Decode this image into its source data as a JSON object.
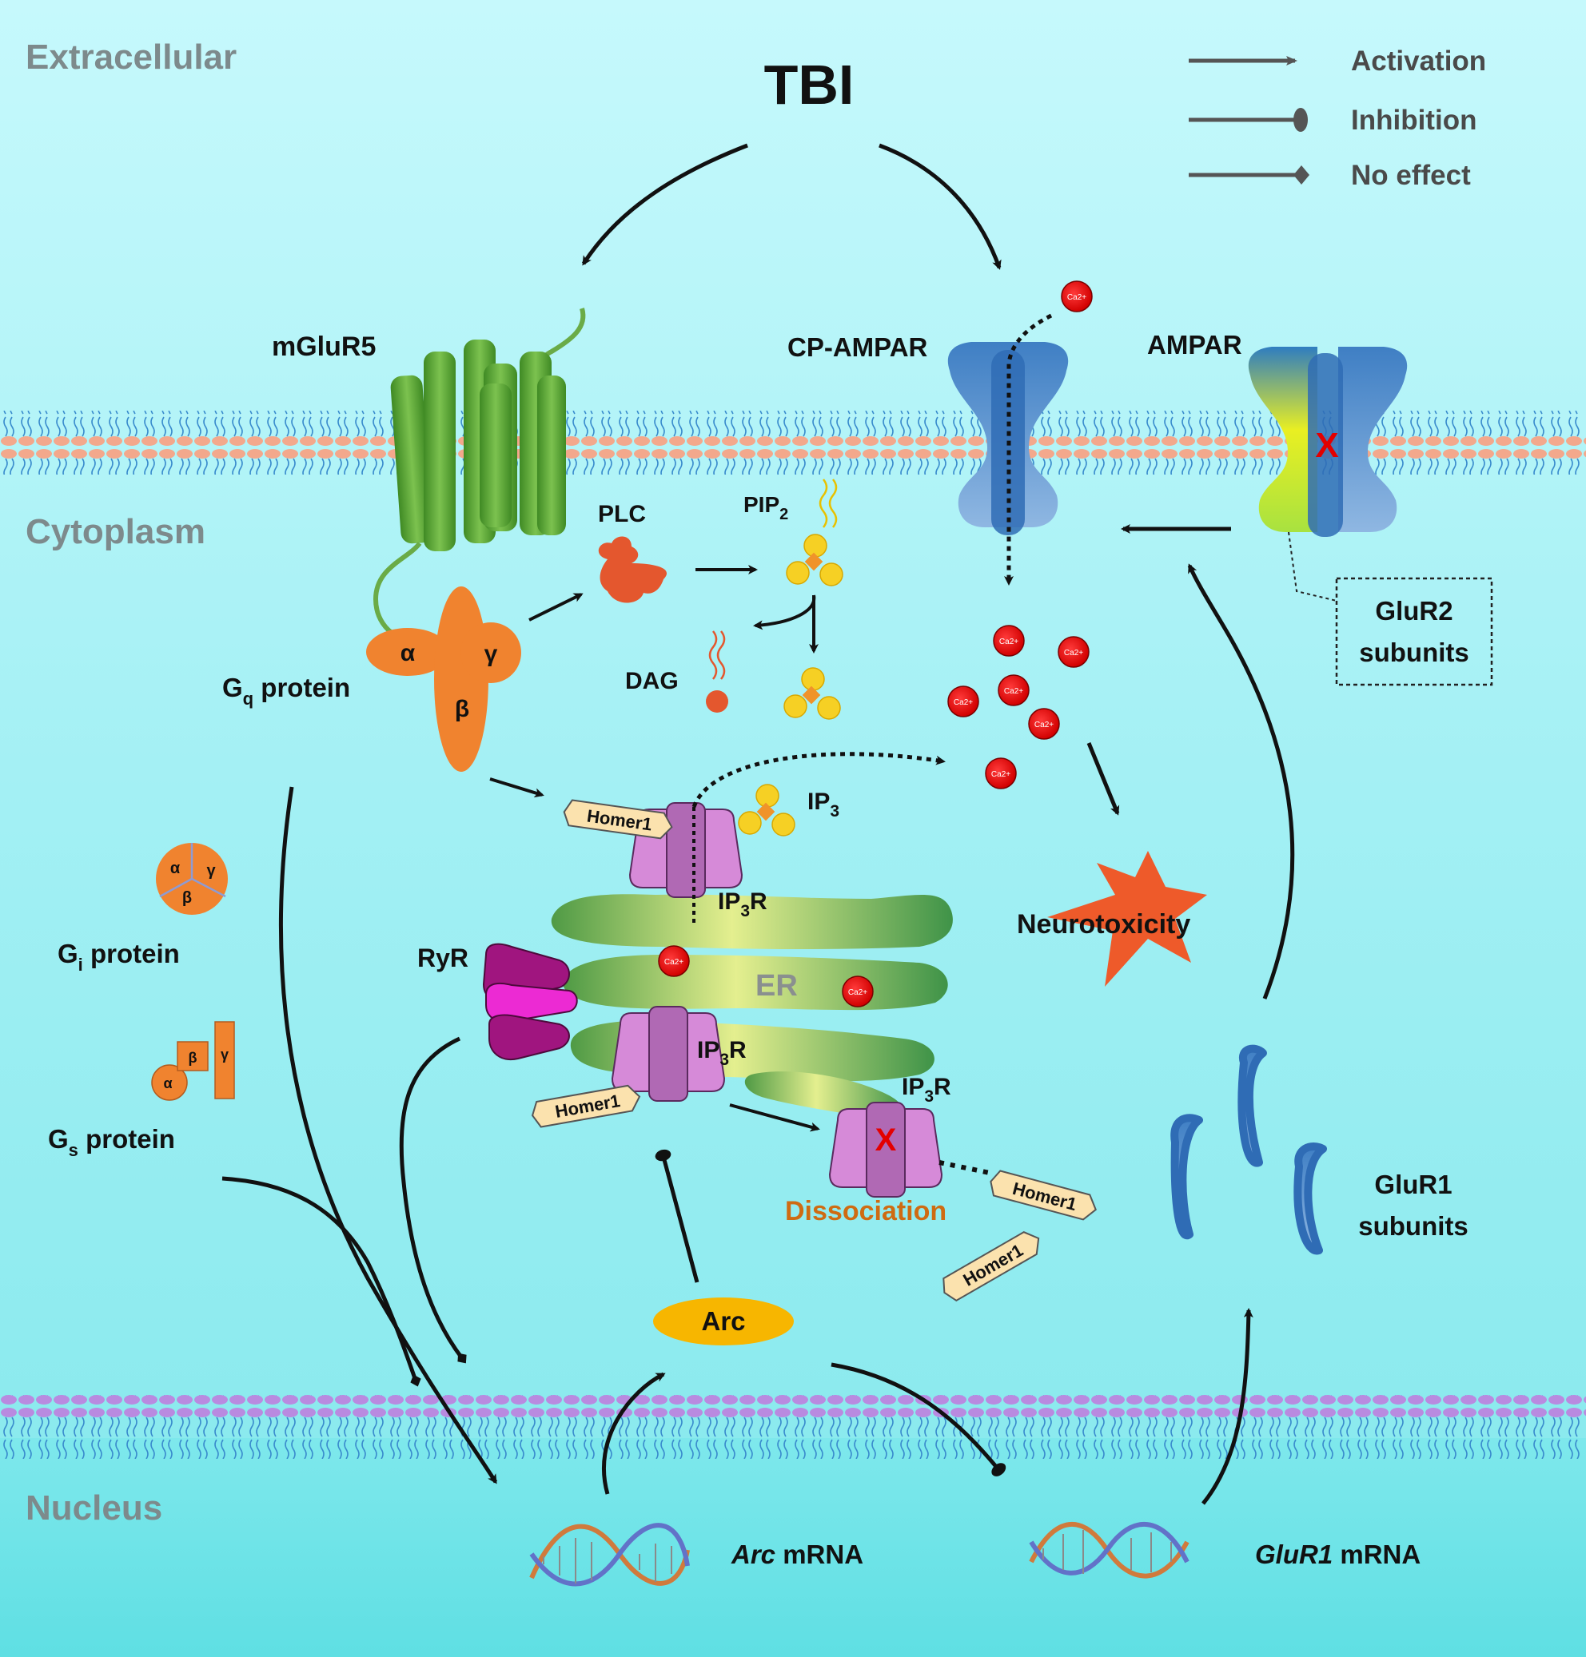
{
  "regions": {
    "extracellular": "Extracellular",
    "cytoplasm": "Cytoplasm",
    "nucleus": "Nucleus"
  },
  "title": "TBI",
  "legend": {
    "activation": "Activation",
    "inhibition": "Inhibition",
    "no_effect": "No effect"
  },
  "molecules": {
    "mglur5": "mGluR5",
    "cp_ampar": "CP-AMPAR",
    "ampar": "AMPAR",
    "plc": "PLC",
    "pip2_main": "PIP",
    "pip2_sub": "2",
    "dag": "DAG",
    "gq_main": "G",
    "gq_sub": "q",
    "gq_rest": " protein",
    "gi_main": "G",
    "gi_sub": "i",
    "gi_rest": " protein",
    "gs_main": "G",
    "gs_sub": "s",
    "gs_rest": " protein",
    "ip3_main": "IP",
    "ip3_sub": "3",
    "ip3r_main": "IP",
    "ip3r_sub": "3",
    "ip3r_rest": "R",
    "ryr": "RyR",
    "er": "ER",
    "homer1": "Homer1",
    "neurotoxicity": "Neurotoxicity",
    "dissociation": "Dissociation",
    "glur2_line1": "GluR2",
    "glur2_line2": "subunits",
    "glur1_line1": "GluR1",
    "glur1_line2": "subunits",
    "arc": "Arc",
    "arc_mrna_gene": "Arc",
    "glur1_mrna_gene": "GluR1",
    "mrna_suffix": " mRNA"
  },
  "gprotein_subunits": {
    "alpha": "α",
    "beta": "β",
    "gamma": "γ"
  },
  "ca_label": "Ca2+",
  "blocked_mark": "X",
  "colors": {
    "background_top": "#c4f8fb",
    "background_mid": "#9beef3",
    "nucleus_bg": "#6ee3e6",
    "membrane_head": "#f3a88c",
    "nuclear_membrane_head": "#b98ae0",
    "mglur5": "#5fa838",
    "g_protein": "#f0832f",
    "plc": "#e4572e",
    "pip2": "#f6d024",
    "calcium": "#e30000",
    "ampar": "#4a85c6",
    "ip3r": "#d58ad8",
    "ryr": "#a0157f",
    "er": "#c6d84a",
    "homer1": "#fbe2ae",
    "arc": "#f7b600",
    "neurotoxicity": "#ee5a2a",
    "dissociation": "#cf6b12"
  }
}
